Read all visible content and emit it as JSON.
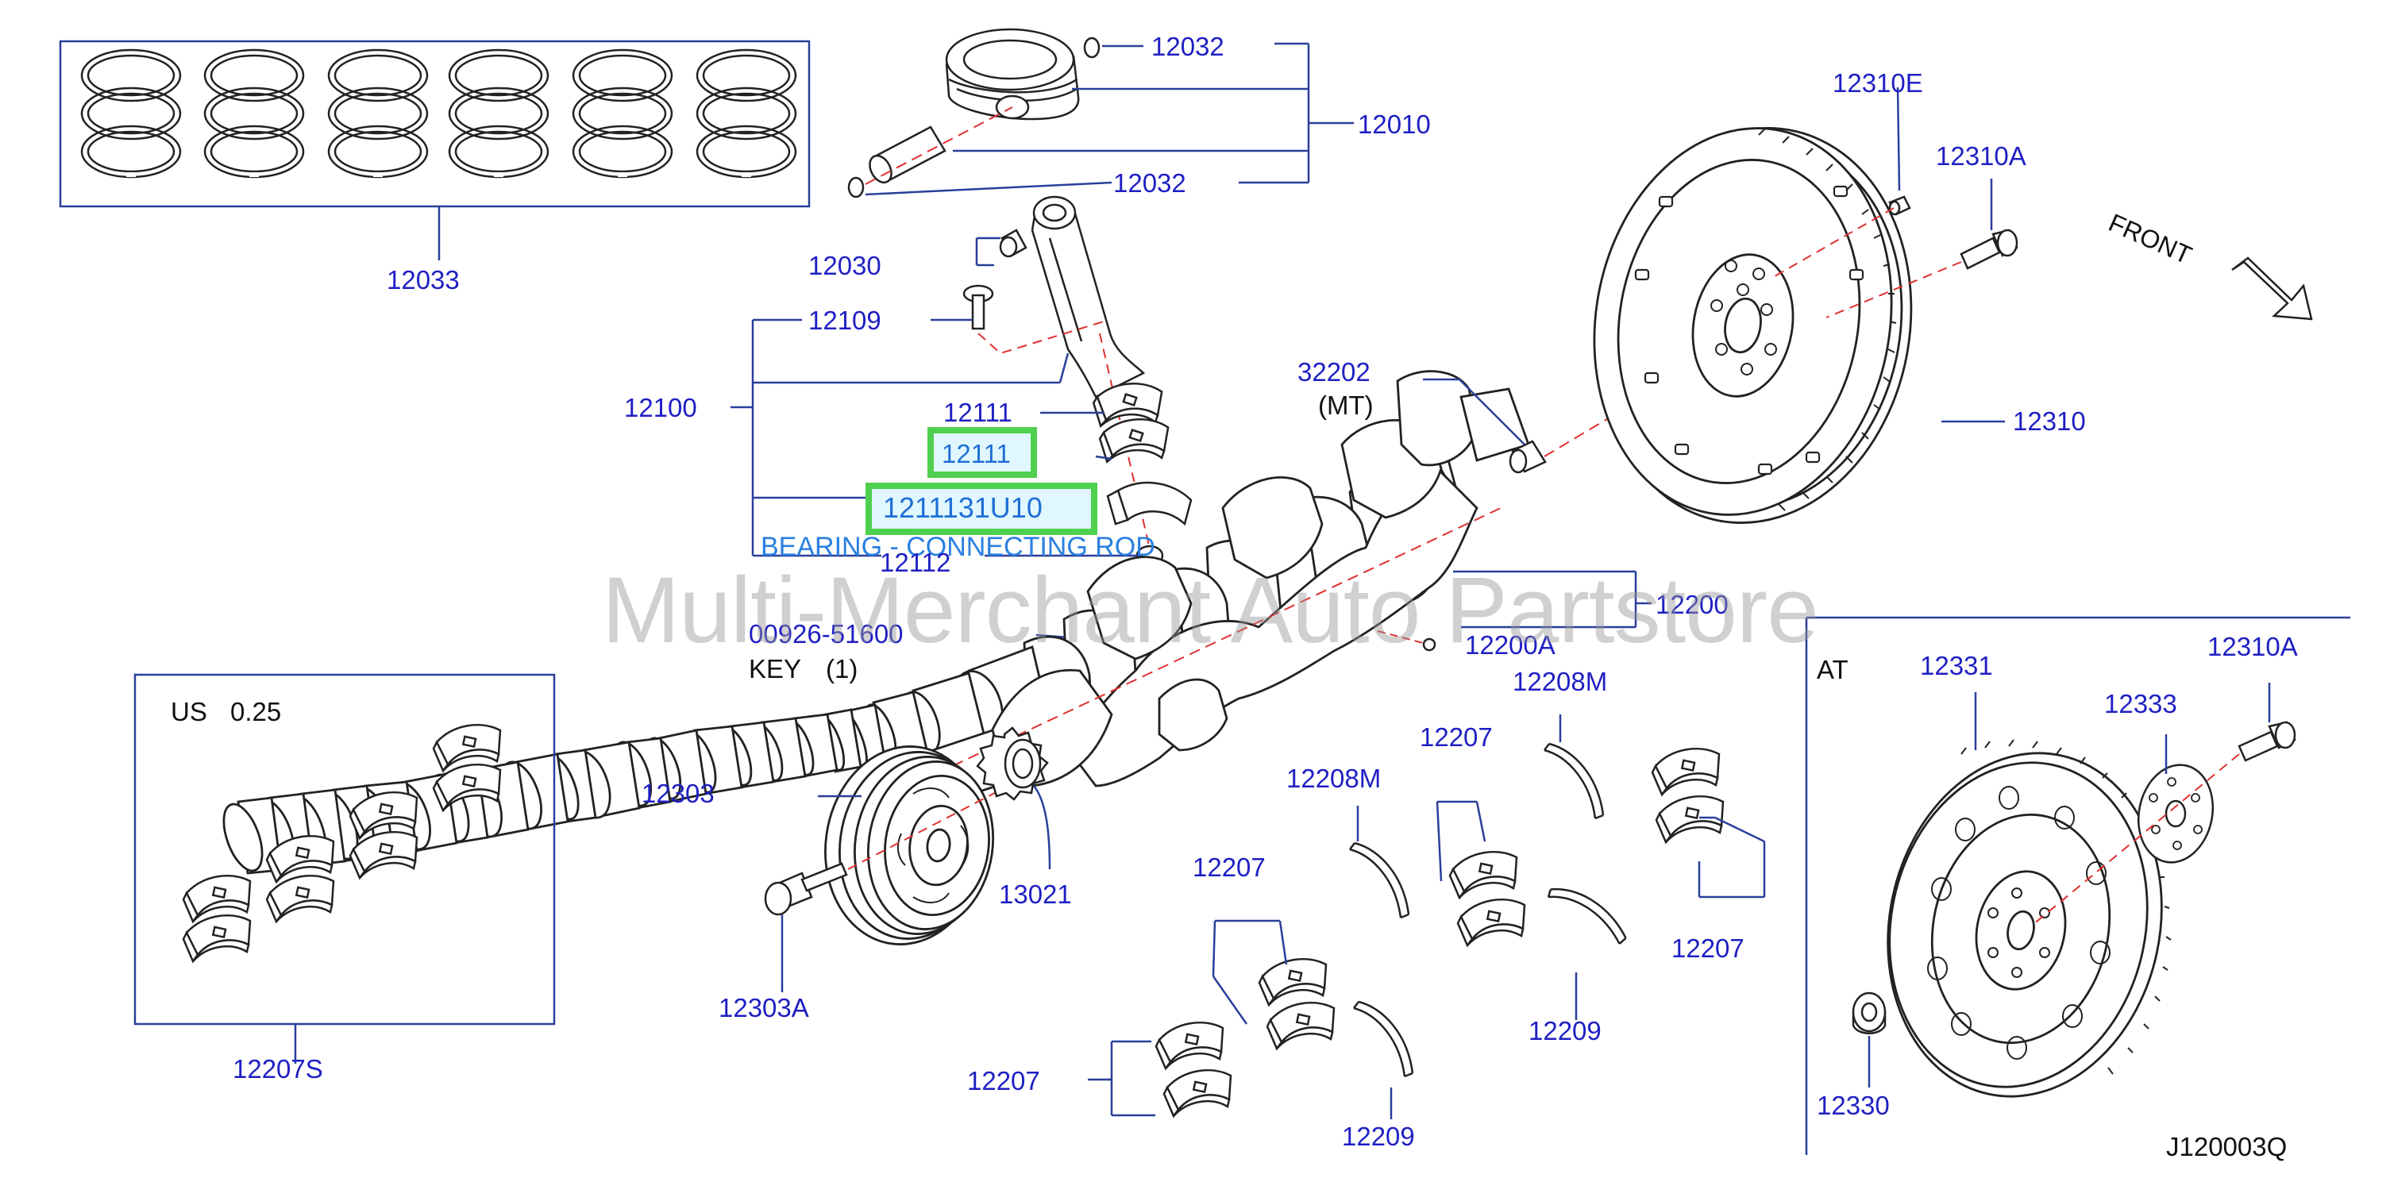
{
  "labels": {
    "p12032_top": "12032",
    "p12010": "12010",
    "p12032_bot": "12032",
    "p12033": "12033",
    "p12030": "12030",
    "p12109": "12109",
    "p12100": "12100",
    "p12111_a": "12111",
    "p12111_b": "12111",
    "p1211131U10": "1211131U10",
    "p12112": "12112",
    "bearing_caption": "BEARING - CONNECTING ROD",
    "p00926": "00926-51600",
    "key": "KEY",
    "key_qty": "(1)",
    "us": "US",
    "us_size": "0.25",
    "p12207S": "12207S",
    "p12303": "12303",
    "p13021": "13021",
    "p12303A": "12303A",
    "p32202": "32202",
    "mt": "(MT)",
    "p12310E": "12310E",
    "p12310A_top": "12310A",
    "front": "FRONT",
    "p12310": "12310",
    "p12200": "12200",
    "p12200A": "12200A",
    "p12208M_a": "12208M",
    "p12207_a": "12207",
    "p12208M_b": "12208M",
    "p12207_b": "12207",
    "p12207_c": "12207",
    "p12207_d": "12207",
    "p12209_a": "12209",
    "p12209_b": "12209",
    "at": "AT",
    "p12331": "12331",
    "p12333": "12333",
    "p12310A_at": "12310A",
    "p12330": "12330",
    "diagram_code": "J120003Q"
  },
  "watermark": "Multi-Merchant Auto Partstore",
  "highlighted_parts": [
    "12111",
    "1211131U10"
  ],
  "colors": {
    "label_blue": "#1f1fc4",
    "highlight_green": "#4fd04f",
    "caption_blue": "#2a7fe0",
    "centerline_red": "#e03030",
    "leader_blue": "#2a3f9a"
  }
}
